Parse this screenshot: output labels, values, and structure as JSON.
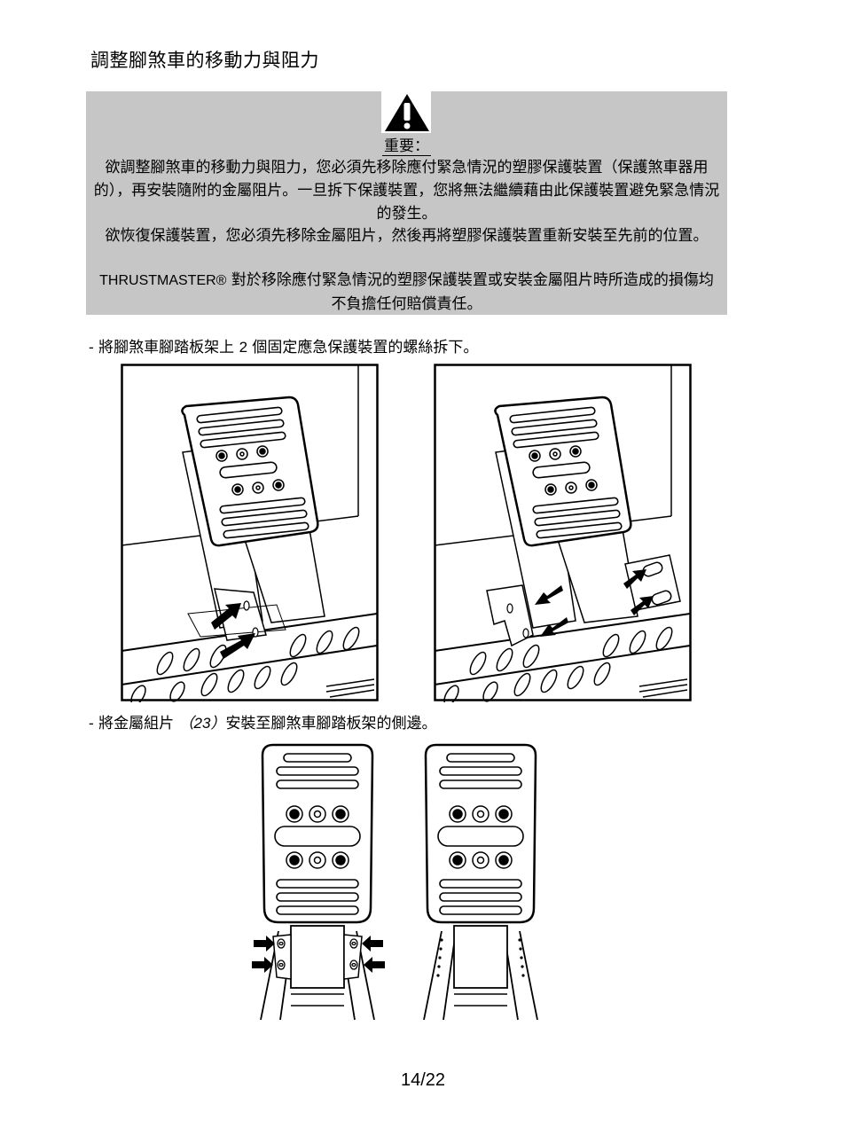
{
  "page": {
    "title": "調整腳煞車的移動力與阻力",
    "page_number": "14/22"
  },
  "warning": {
    "icon": "warning-triangle-icon",
    "label": "重要：",
    "paragraph1": "欲調整腳煞車的移動力與阻力，您必須先移除應付緊急情況的塑膠保護裝置（保護煞車器用的），再安裝隨附的金屬阻片。一旦拆下保護裝置，您將無法繼續藉由此保護裝置避免緊急情況的發生。",
    "paragraph2": "欲恢復保護裝置，您必須先移除金屬阻片，然後再將塑膠保護裝置重新安裝至先前的位置。",
    "brand": "THRUSTMASTER®",
    "paragraph3": " 對於移除應付緊急情況的塑膠保護裝置或安裝金屬阻片時所造成的損傷均不負擔任何賠償責任。"
  },
  "steps": {
    "step1_prefix": "- 將腳煞車腳踏板架上 ",
    "step1_num": "2",
    "step1_suffix": " 個固定應急保護裝置的螺絲拆下。",
    "step2_prefix": "- 將金屬組片 ",
    "step2_ref": "（23）",
    "step2_suffix": "安裝至腳煞車腳踏板架的側邊。"
  }
}
